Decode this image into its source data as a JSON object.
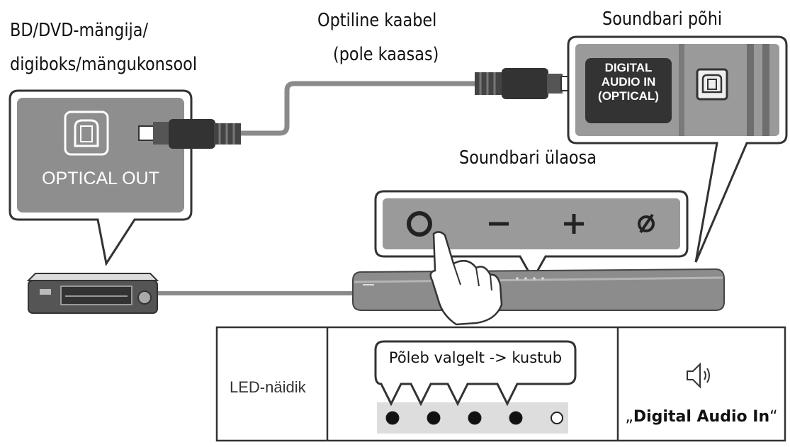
{
  "labels": {
    "source_line1": "BD/DVD-mängija/",
    "source_line2": "digiboks/mängukonsool",
    "cable_line1": "Optiline kaabel",
    "cable_line2": "(pole kaasas)",
    "soundbar_bottom": "Soundbari põhi",
    "soundbar_top": "Soundbari ülaosa"
  },
  "optical_out_panel": {
    "label": "OPTICAL OUT",
    "icon": "optical-port-icon"
  },
  "soundbar_port_panel": {
    "label_line1": "DIGITAL",
    "label_line2": "AUDIO IN",
    "label_line3": "(OPTICAL)",
    "icon": "optical-port-icon"
  },
  "top_panel": {
    "buttons": [
      "power-button-icon",
      "volume-down-icon",
      "volume-up-icon",
      "bluetooth-pair-icon"
    ]
  },
  "led_table": {
    "row_label": "LED-näidik",
    "led_callout": "Põleb valgelt -> kustub",
    "leds": [
      {
        "state": "on"
      },
      {
        "state": "on"
      },
      {
        "state": "on"
      },
      {
        "state": "on"
      },
      {
        "state": "off"
      }
    ],
    "speaker_icon": "speaker-icon",
    "mode_prefix": "„",
    "mode_name": "Digital Audio In",
    "mode_suffix": "“"
  }
}
